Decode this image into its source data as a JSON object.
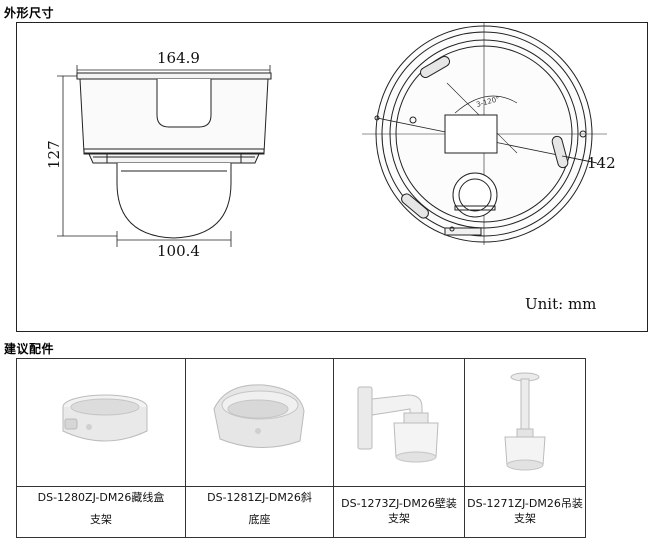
{
  "headings": {
    "dimensions": "外形尺寸",
    "accessories": "建议配件"
  },
  "drawing": {
    "side_width": "164.9",
    "side_height": "127",
    "dome_width": "100.4",
    "top_diameter": "142",
    "angle_label": "3-120°",
    "unit": "Unit: mm"
  },
  "accessories": [
    {
      "model": "DS-1280ZJ-DM26藏线盒",
      "type": "支架"
    },
    {
      "model": "DS-1281ZJ-DM26斜",
      "type": "底座"
    },
    {
      "model": "DS-1273ZJ-DM26壁装",
      "type": "支架"
    },
    {
      "model": "DS-1271ZJ-DM26吊装",
      "type": "支架"
    }
  ]
}
